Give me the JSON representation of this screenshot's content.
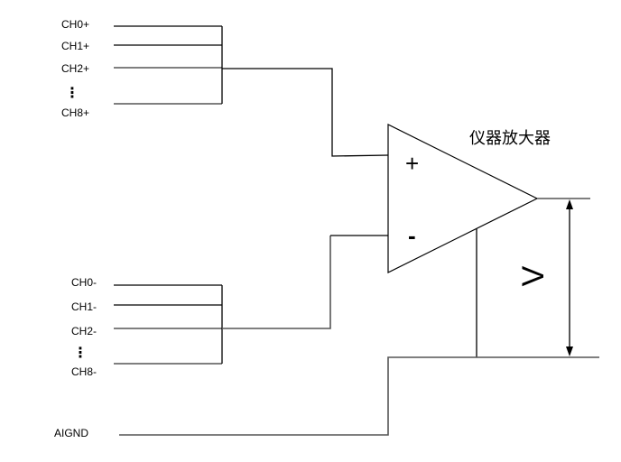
{
  "diagram": {
    "type": "instrumentation-amplifier-input-schematic",
    "amplifier": {
      "title": "仪器放大器",
      "plus_sign": "+",
      "minus_sign": "-"
    },
    "positive_inputs": {
      "labels": [
        "CH0+",
        "CH1+",
        "CH2+",
        "CH8+"
      ],
      "ellipsis": "⋮",
      "connected_channel": "CH2+"
    },
    "negative_inputs": {
      "labels": [
        "CH0-",
        "CH1-",
        "CH2-",
        "CH8-"
      ],
      "ellipsis": "⋮",
      "connected_channel": "CH2-"
    },
    "ground": {
      "label": "AIGND"
    },
    "output": {
      "voltage_label": "V"
    },
    "colors": {
      "line": "#000000",
      "wire_gray": "#555555",
      "background": "#ffffff"
    }
  }
}
